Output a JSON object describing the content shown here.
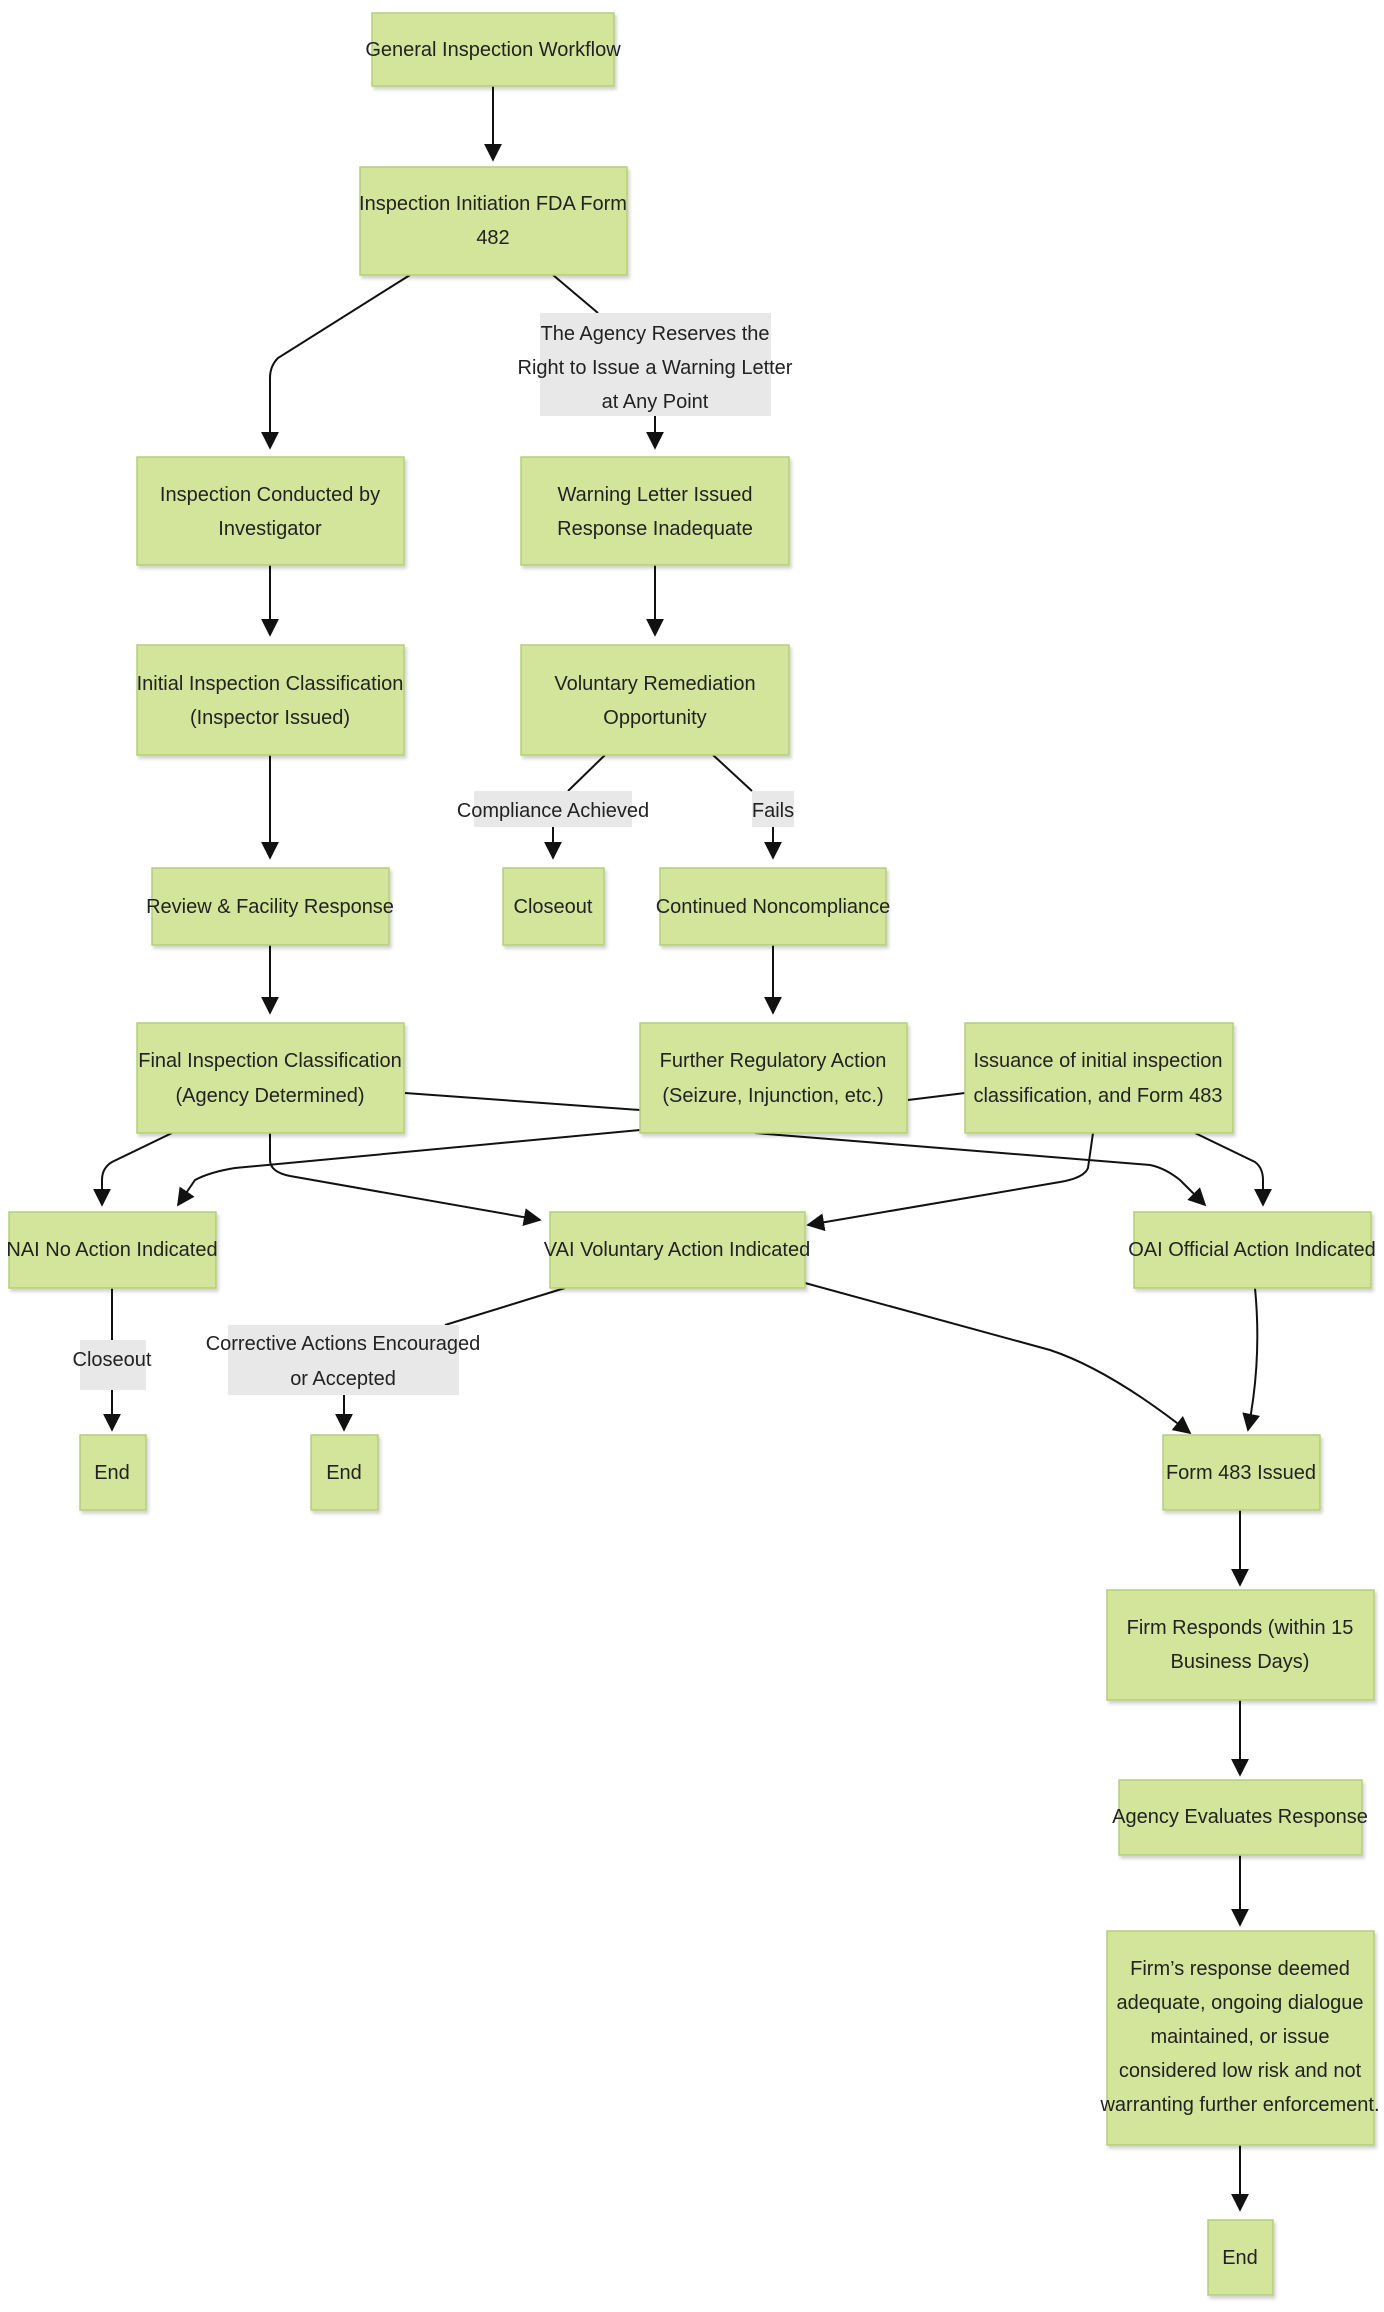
{
  "nodes": {
    "general": [
      "General Inspection Workflow"
    ],
    "initiation": [
      "Inspection Initiation FDA Form",
      "482"
    ],
    "conducted": [
      "Inspection Conducted by",
      "Investigator"
    ],
    "initial_class": [
      "Initial Inspection Classification",
      "(Inspector Issued)"
    ],
    "review": [
      "Review & Facility Response"
    ],
    "final_class": [
      "Final Inspection Classification",
      "(Agency Determined)"
    ],
    "warning": [
      "Warning Letter Issued",
      "Response Inadequate"
    ],
    "voluntary": [
      "Voluntary Remediation",
      "Opportunity"
    ],
    "closeout_node": [
      "Closeout"
    ],
    "continued": [
      "Continued Noncompliance"
    ],
    "further": [
      "Further Regulatory Action",
      "(Seizure, Injunction, etc.)"
    ],
    "issuance": [
      "Issuance of initial inspection",
      "classification, and Form 483"
    ],
    "nai": [
      "NAI No Action Indicated"
    ],
    "vai": [
      "VAI Voluntary Action Indicated"
    ],
    "oai": [
      "OAI Official Action Indicated"
    ],
    "end1": [
      "End"
    ],
    "end2": [
      "End"
    ],
    "form483": [
      "Form 483 Issued"
    ],
    "firm_responds": [
      "Firm Responds (within 15",
      "Business Days)"
    ],
    "agency_eval": [
      "Agency Evaluates Response"
    ],
    "firm_adequate": [
      "Firm’s response deemed",
      "adequate, ongoing dialogue",
      "maintained, or issue",
      "considered low risk and not",
      "warranting further enforcement."
    ],
    "end3": [
      "End"
    ]
  },
  "edge_labels": {
    "reserves": [
      "The Agency Reserves the",
      "Right to Issue a Warning Letter",
      "at Any Point"
    ],
    "compliance": [
      "Compliance Achieved"
    ],
    "fails": [
      "Fails"
    ],
    "closeout_label": [
      "Closeout"
    ],
    "corrective": [
      "Corrective Actions Encouraged",
      "or Accepted"
    ]
  },
  "colors": {
    "node_fill": "#d3e59b",
    "node_border": "#b4cf78",
    "label_bg": "#e8e8e8",
    "edge": "#111111",
    "text": "#222222"
  }
}
